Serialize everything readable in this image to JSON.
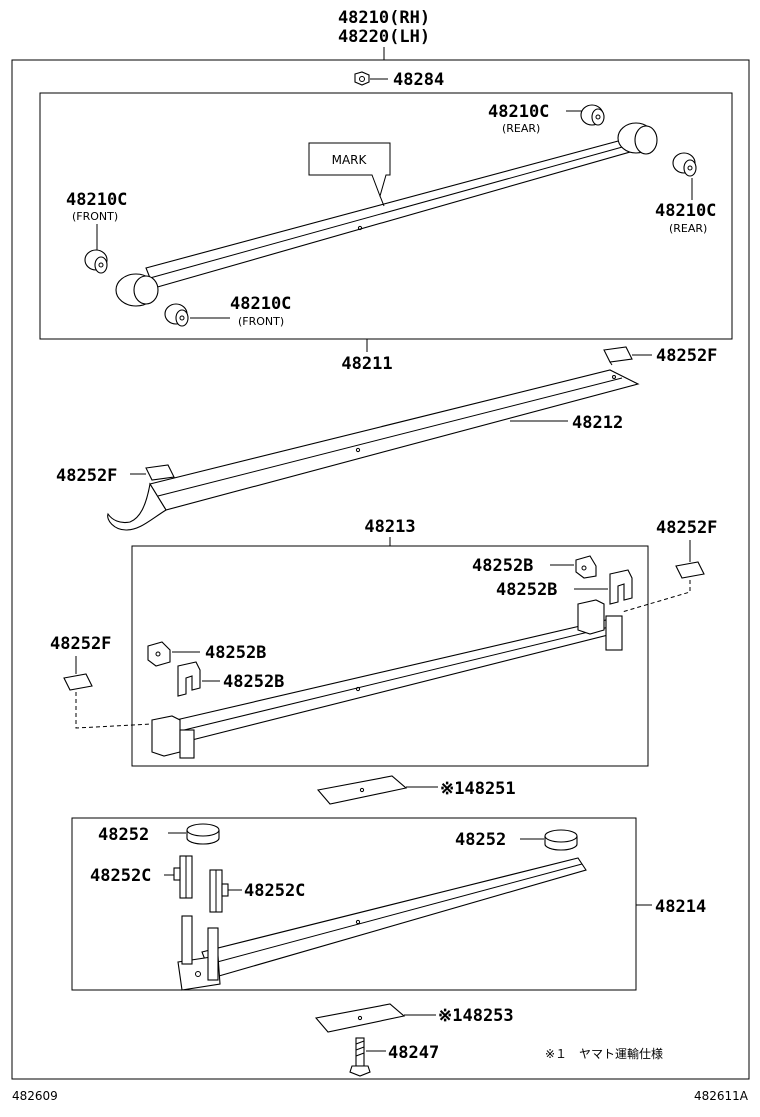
{
  "header": {
    "assembly_rh": "48210(RH)",
    "assembly_lh": "48220(LH)"
  },
  "parts": {
    "p48284": "48284",
    "p48210c_rear_top": "48210C",
    "p48210c_rear_top_note": "(REAR)",
    "p48210c_rear_right": "48210C",
    "p48210c_rear_right_note": "(REAR)",
    "p48210c_front_left": "48210C",
    "p48210c_front_left_note": "(FRONT)",
    "p48210c_front_bottom": "48210C",
    "p48210c_front_bottom_note": "(FRONT)",
    "mark": "MARK",
    "p48211": "48211",
    "p48252f_1": "48252F",
    "p48212": "48212",
    "p48252f_2": "48252F",
    "p48213": "48213",
    "p48252f_3": "48252F",
    "p48252b_1": "48252B",
    "p48252b_2": "48252B",
    "p48252f_4": "48252F",
    "p48252b_3": "48252B",
    "p48252b_4": "48252B",
    "p48251": "※148251",
    "p48252_left": "48252",
    "p48252_right": "48252",
    "p48252c_left": "48252C",
    "p48252c_right": "48252C",
    "p48214": "48214",
    "p48253": "※148253",
    "p48247": "48247"
  },
  "footnote": "※１　ヤマト運輸仕様",
  "footer": {
    "left_code": "482609",
    "right_code": "482611A"
  }
}
